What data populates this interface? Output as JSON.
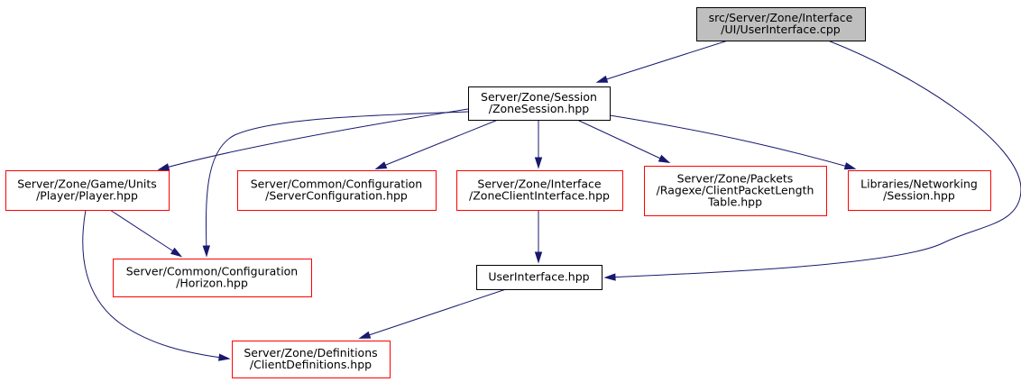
{
  "colors": {
    "edge": "#191970",
    "root_fill": "#bfbfbf",
    "root_border": "#000000",
    "normal_border": "#000000",
    "missing_border": "#ff0000",
    "node_fill": "#ffffff"
  },
  "nodes": [
    {
      "id": "root",
      "lines": [
        "src/Server/Zone/Interface",
        "/UI/UserInterface.cpp"
      ],
      "kind": "root"
    },
    {
      "id": "zone_session",
      "lines": [
        "Server/Zone/Session",
        "/ZoneSession.hpp"
      ],
      "kind": "normal"
    },
    {
      "id": "player",
      "lines": [
        "Server/Zone/Game/Units",
        "/Player/Player.hpp"
      ],
      "kind": "missing"
    },
    {
      "id": "server_config",
      "lines": [
        "Server/Common/Configuration",
        "/ServerConfiguration.hpp"
      ],
      "kind": "missing"
    },
    {
      "id": "zone_client_iface",
      "lines": [
        "Server/Zone/Interface",
        "/ZoneClientInterface.hpp"
      ],
      "kind": "missing"
    },
    {
      "id": "packet_length",
      "lines": [
        "Server/Zone/Packets",
        "/Ragexe/ClientPacketLength",
        "Table.hpp"
      ],
      "kind": "missing"
    },
    {
      "id": "net_session",
      "lines": [
        "Libraries/Networking",
        "/Session.hpp"
      ],
      "kind": "missing"
    },
    {
      "id": "horizon",
      "lines": [
        "Server/Common/Configuration",
        "/Horizon.hpp"
      ],
      "kind": "missing"
    },
    {
      "id": "user_iface",
      "lines": [
        "UserInterface.hpp"
      ],
      "kind": "normal"
    },
    {
      "id": "client_defs",
      "lines": [
        "Server/Zone/Definitions",
        "/ClientDefinitions.hpp"
      ],
      "kind": "missing"
    }
  ],
  "edges": [
    {
      "from": "root",
      "to": "zone_session"
    },
    {
      "from": "root",
      "to": "user_iface"
    },
    {
      "from": "zone_session",
      "to": "player"
    },
    {
      "from": "zone_session",
      "to": "horizon"
    },
    {
      "from": "zone_session",
      "to": "server_config"
    },
    {
      "from": "zone_session",
      "to": "zone_client_iface"
    },
    {
      "from": "zone_session",
      "to": "packet_length"
    },
    {
      "from": "zone_session",
      "to": "net_session"
    },
    {
      "from": "player",
      "to": "horizon"
    },
    {
      "from": "player",
      "to": "client_defs"
    },
    {
      "from": "zone_client_iface",
      "to": "user_iface"
    },
    {
      "from": "user_iface",
      "to": "client_defs"
    }
  ]
}
